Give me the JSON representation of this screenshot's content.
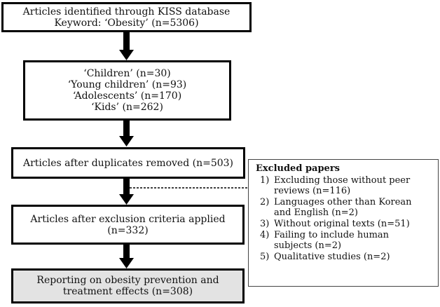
{
  "flow": {
    "box1": {
      "lines": [
        "Articles identified through KISS database",
        "Keyword: ‘Obesity’ (n=5306)"
      ]
    },
    "box2": {
      "lines": [
        "‘Children’ (n=30)",
        "‘Young children’ (n=93)",
        "‘Adolescents’ (n=170)",
        "‘Kids’ (n=262)"
      ]
    },
    "box3": {
      "lines": [
        "Articles after duplicates removed (n=503)"
      ]
    },
    "box4": {
      "lines": [
        "Articles after exclusion criteria applied",
        "(n=332)"
      ]
    },
    "box5": {
      "lines": [
        "Reporting on obesity prevention and",
        "treatment effects (n=308)"
      ]
    }
  },
  "excluded": {
    "title": "Excluded papers",
    "items": [
      {
        "num": "1)",
        "lines": [
          "Excluding those without peer",
          "reviews (n=116)"
        ]
      },
      {
        "num": "2)",
        "lines": [
          "Languages other than Korean",
          "and English (n=2)"
        ]
      },
      {
        "num": "3)",
        "lines": [
          "Without original texts (n=51)"
        ]
      },
      {
        "num": "4)",
        "lines": [
          "Failing to include human",
          "subjects (n=2)"
        ]
      },
      {
        "num": "5)",
        "lines": [
          "Qualitative studies (n=2)"
        ]
      }
    ]
  },
  "colors": {
    "arrow": "#000000",
    "final_box_fill": "#e3e3e3"
  }
}
